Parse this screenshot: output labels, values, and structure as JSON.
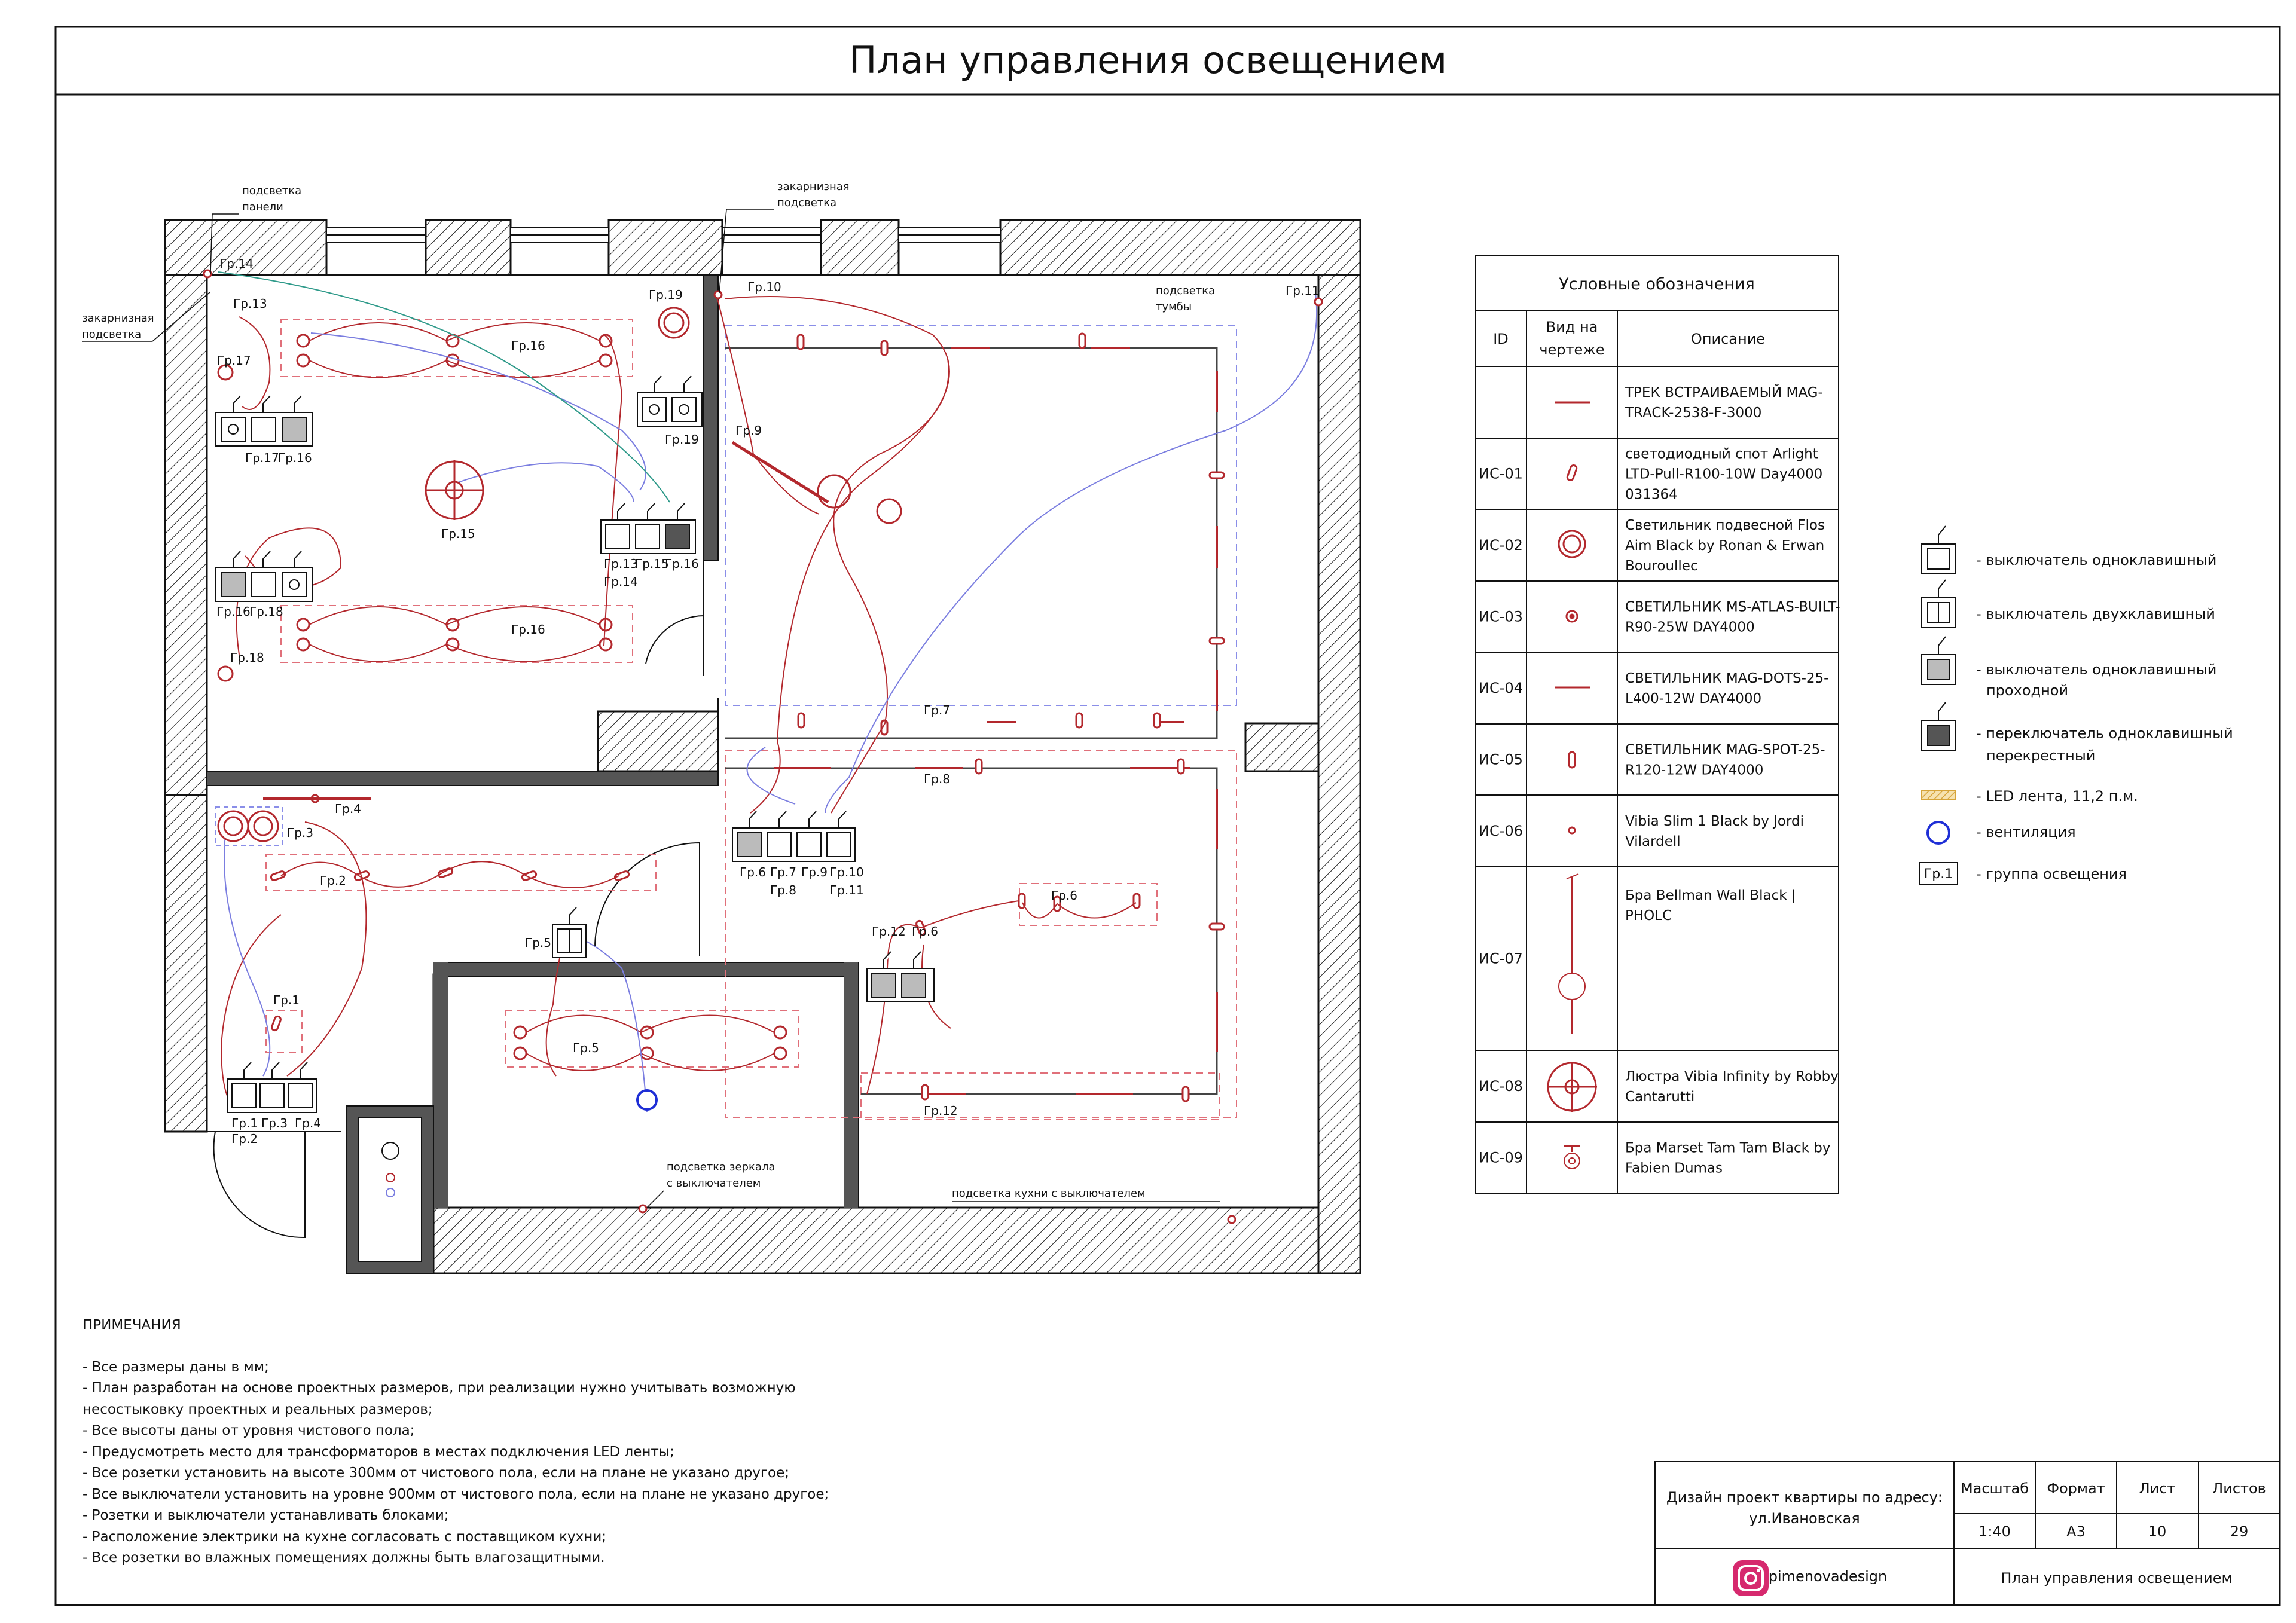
{
  "title": "План управления освещением",
  "labels": {
    "panel_light": [
      "подсветка",
      "панели"
    ],
    "cornice_left": [
      "закарнизная",
      "подсветка"
    ],
    "cornice_top": [
      "закарнизная",
      "подсветка"
    ],
    "cabinet_light": [
      "подсветка",
      "тумбы"
    ],
    "mirror_light": [
      "подсветка зеркала",
      "с выключателем"
    ],
    "kitchen_light": "подсветка кухни с выключателем"
  },
  "groups": {
    "g1": "Гр.1",
    "g2": "Гр.2",
    "g3": "Гр.3",
    "g4": "Гр.4",
    "g5": "Гр.5",
    "g6": "Гр.6",
    "g7": "Гр.7",
    "g8": "Гр.8",
    "g9": "Гр.9",
    "g10": "Гр.10",
    "g11": "Гр.11",
    "g12": "Гр.12",
    "g13": "Гр.13",
    "g14": "Гр.14",
    "g15": "Гр.15",
    "g16": "Гр.16",
    "g17": "Гр.17",
    "g18": "Гр.18",
    "g19": "Гр.19"
  },
  "legend_table": {
    "title": "Условные обозначения",
    "col_id": "ID",
    "col_view": [
      "Вид на",
      "чертеже"
    ],
    "col_desc": "Описание",
    "rows": [
      {
        "id": "",
        "desc": [
          "ТРЕК ВСТРАИВАЕМЫЙ MAG-",
          "TRACK-2538-F-3000"
        ]
      },
      {
        "id": "ИС-01",
        "desc": [
          "светодиодный спот Arlight",
          "LTD-Pull-R100-10W Day4000",
          "031364"
        ]
      },
      {
        "id": "ИС-02",
        "desc": [
          "Светильник подвесной Flos",
          "Aim Black by Ronan & Erwan",
          "Bouroullec"
        ]
      },
      {
        "id": "ИС-03",
        "desc": [
          "СВЕТИЛЬНИК MS-ATLAS-BUILT-",
          "R90-25W DAY4000"
        ]
      },
      {
        "id": "ИС-04",
        "desc": [
          "СВЕТИЛЬНИК MAG-DOTS-25-",
          "L400-12W DAY4000"
        ]
      },
      {
        "id": "ИС-05",
        "desc": [
          "СВЕТИЛЬНИК MAG-SPOT-25-",
          "R120-12W DAY4000"
        ]
      },
      {
        "id": "ИС-06",
        "desc": [
          "Vibia Slim 1 Black by Jordi",
          "Vilardell"
        ]
      },
      {
        "id": "ИС-07",
        "desc": [
          "Бра Bellman Wall Black |",
          "PHOLC"
        ]
      },
      {
        "id": "ИС-08",
        "desc": [
          "Люстра Vibia Infinity by Robby",
          "Cantarutti"
        ]
      },
      {
        "id": "ИС-09",
        "desc": [
          "Бра Marset Tam Tam Black by",
          "Fabien Dumas"
        ]
      }
    ]
  },
  "symbols": [
    {
      "text": [
        "- выключатель одноклавишный"
      ]
    },
    {
      "text": [
        "- выключатель двухклавишный"
      ]
    },
    {
      "text": [
        "- выключатель одноклавишный",
        "проходной"
      ]
    },
    {
      "text": [
        "- переключатель одноклавишный",
        "перекрестный"
      ]
    },
    {
      "text": [
        "- LED лента, 11,2 п.м."
      ]
    },
    {
      "text": [
        "- вентиляция"
      ]
    },
    {
      "text": [
        "- группа освещения"
      ],
      "box": "Гр.1"
    }
  ],
  "notes": {
    "heading": "ПРИМЕЧАНИЯ",
    "lines": [
      "- Все размеры даны в мм;",
      "- План разработан на основе проектных размеров, при реализации нужно учитывать возможную",
      "несостыковку проектных и реальных размеров;",
      "- Все высоты даны от уровня чистового пола;",
      "- Предусмотреть место для трансформаторов в местах подключения LED ленты;",
      "- Все розетки установить на высоте 300мм от чистового пола, если на плане не указано другое;",
      "- Все выключатели установить на уровне 900мм от чистового пола, если на плане не указано другое;",
      "- Розетки и выключатели устанавливать блоками;",
      "- Расположение электрики на кухне согласовать с поставщиком кухни;",
      "- Все розетки во влажных помещениях должны быть влагозащитными."
    ]
  },
  "stamp": {
    "project": [
      "Дизайн проект квартиры по адресу:",
      "ул.Ивановская"
    ],
    "headers": [
      "Масштаб",
      "Формат",
      "Лист",
      "Листов"
    ],
    "values": [
      "1:40",
      "А3",
      "10",
      "29"
    ],
    "instagram": "@pimenovadesign",
    "sheet_name": "План управления освещением"
  },
  "colors": {
    "ink": "#111111",
    "wire": "#b3282d",
    "wire_blue": "#7b7ee0",
    "wire_teal": "#2f9a8a",
    "zone": "#e0707a",
    "zone_blue": "#8a8ee8",
    "vent": "#1f2fd6",
    "led": "#d6a43a"
  }
}
